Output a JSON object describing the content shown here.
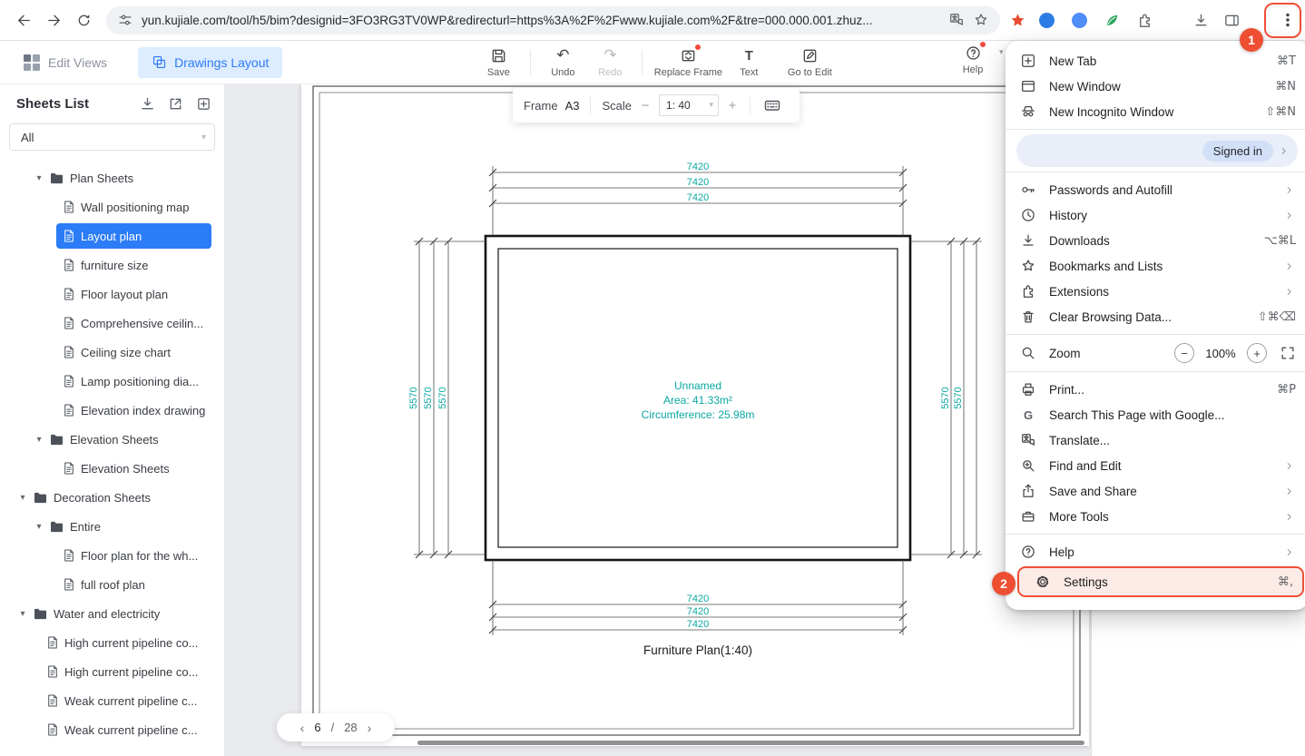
{
  "browser": {
    "url": "yun.kujiale.com/tool/h5/bim?designid=3FO3RG3TV0WP&redirecturl=https%3A%2F%2Fwww.kujiale.com%2F&tre=000.000.001.zhuz..."
  },
  "annotations": {
    "step1": "1",
    "step2": "2"
  },
  "chrome_menu": {
    "sections": [
      {
        "items": [
          {
            "icon": "new-tab",
            "label": "New Tab",
            "shortcut": "⌘T"
          },
          {
            "icon": "new-window",
            "label": "New Window",
            "shortcut": "⌘N"
          },
          {
            "icon": "incognito",
            "label": "New Incognito Window",
            "shortcut": "⇧⌘N"
          }
        ]
      },
      {
        "type": "signin",
        "label": "Signed in"
      },
      {
        "items": [
          {
            "icon": "key",
            "label": "Passwords and Autofill",
            "chevron": true
          },
          {
            "icon": "history",
            "label": "History",
            "chevron": true
          },
          {
            "icon": "download",
            "label": "Downloads",
            "shortcut": "⌥⌘L"
          },
          {
            "icon": "star",
            "label": "Bookmarks and Lists",
            "chevron": true
          },
          {
            "icon": "extensions",
            "label": "Extensions",
            "chevron": true
          },
          {
            "icon": "trash",
            "label": "Clear Browsing Data...",
            "shortcut": "⇧⌘⌫"
          }
        ]
      },
      {
        "type": "zoom",
        "label": "Zoom",
        "value": "100%"
      },
      {
        "items": [
          {
            "icon": "print",
            "label": "Print...",
            "shortcut": "⌘P"
          },
          {
            "icon": "google",
            "label": "Search This Page with Google..."
          },
          {
            "icon": "translate",
            "label": "Translate..."
          },
          {
            "icon": "find",
            "label": "Find and Edit",
            "chevron": true
          },
          {
            "icon": "share",
            "label": "Save and Share",
            "chevron": true
          },
          {
            "icon": "tools",
            "label": "More Tools",
            "chevron": true
          }
        ]
      },
      {
        "items": [
          {
            "icon": "help",
            "label": "Help",
            "chevron": true
          },
          {
            "icon": "settings",
            "label": "Settings",
            "shortcut": "⌘,",
            "highlighted": true
          }
        ]
      }
    ]
  },
  "app": {
    "header": {
      "edit_views": "Edit Views",
      "drawings_layout": "Drawings Layout",
      "save": "Save",
      "undo": "Undo",
      "redo": "Redo",
      "replace_frame": "Replace Frame",
      "text": "Text",
      "go_to_edit": "Go to Edit",
      "help": "Help"
    },
    "frame_toolbar": {
      "frame_label": "Frame",
      "frame_value": "A3",
      "scale_label": "Scale",
      "scale_value": "1: 40"
    },
    "sidebar": {
      "title": "Sheets List",
      "filter_value": "All",
      "tree": [
        {
          "type": "folder",
          "label": "Plan Sheets",
          "depth": 1
        },
        {
          "type": "file",
          "label": "Wall positioning map",
          "depth": 2
        },
        {
          "type": "file",
          "label": "Layout plan",
          "depth": 2,
          "selected": true
        },
        {
          "type": "file",
          "label": "furniture size",
          "depth": 2
        },
        {
          "type": "file",
          "label": "Floor layout plan",
          "depth": 2
        },
        {
          "type": "file",
          "label": "Comprehensive ceilin...",
          "depth": 2
        },
        {
          "type": "file",
          "label": "Ceiling size chart",
          "depth": 2
        },
        {
          "type": "file",
          "label": "Lamp positioning dia...",
          "depth": 2
        },
        {
          "type": "file",
          "label": "Elevation index drawing",
          "depth": 2
        },
        {
          "type": "folder",
          "label": "Elevation Sheets",
          "depth": 1
        },
        {
          "type": "file",
          "label": "Elevation Sheets",
          "depth": 2
        },
        {
          "type": "folder",
          "label": "Decoration Sheets",
          "depth": 0
        },
        {
          "type": "folder",
          "label": "Entire",
          "depth": 1
        },
        {
          "type": "file",
          "label": "Floor plan for the wh...",
          "depth": 2
        },
        {
          "type": "file",
          "label": "full roof plan",
          "depth": 2
        },
        {
          "type": "folder",
          "label": "Water and electricity",
          "depth": 0
        },
        {
          "type": "file",
          "label": "High current pipeline co...",
          "depth": 1
        },
        {
          "type": "file",
          "label": "High current pipeline co...",
          "depth": 1
        },
        {
          "type": "file",
          "label": "Weak current pipeline c...",
          "depth": 1
        },
        {
          "type": "file",
          "label": "Weak current pipeline c...",
          "depth": 1
        }
      ]
    },
    "canvas": {
      "pagination": {
        "prev": "‹",
        "current": "6",
        "separator": "/",
        "total": "28",
        "next": "›"
      },
      "drawing": {
        "dim_color": "#0aa8a2",
        "top_dims": [
          "7420",
          "7420",
          "7420"
        ],
        "bottom_dims": [
          "7420",
          "7420",
          "7420"
        ],
        "left_dims": [
          "5570",
          "5570",
          "5570"
        ],
        "right_dims": [
          "5570",
          "5570"
        ],
        "label": {
          "name": "Unnamed",
          "area": "Area: 41.33m²",
          "circumference": "Circumference: 25.98m"
        },
        "title": "Furniture Plan(1:40)"
      }
    }
  }
}
